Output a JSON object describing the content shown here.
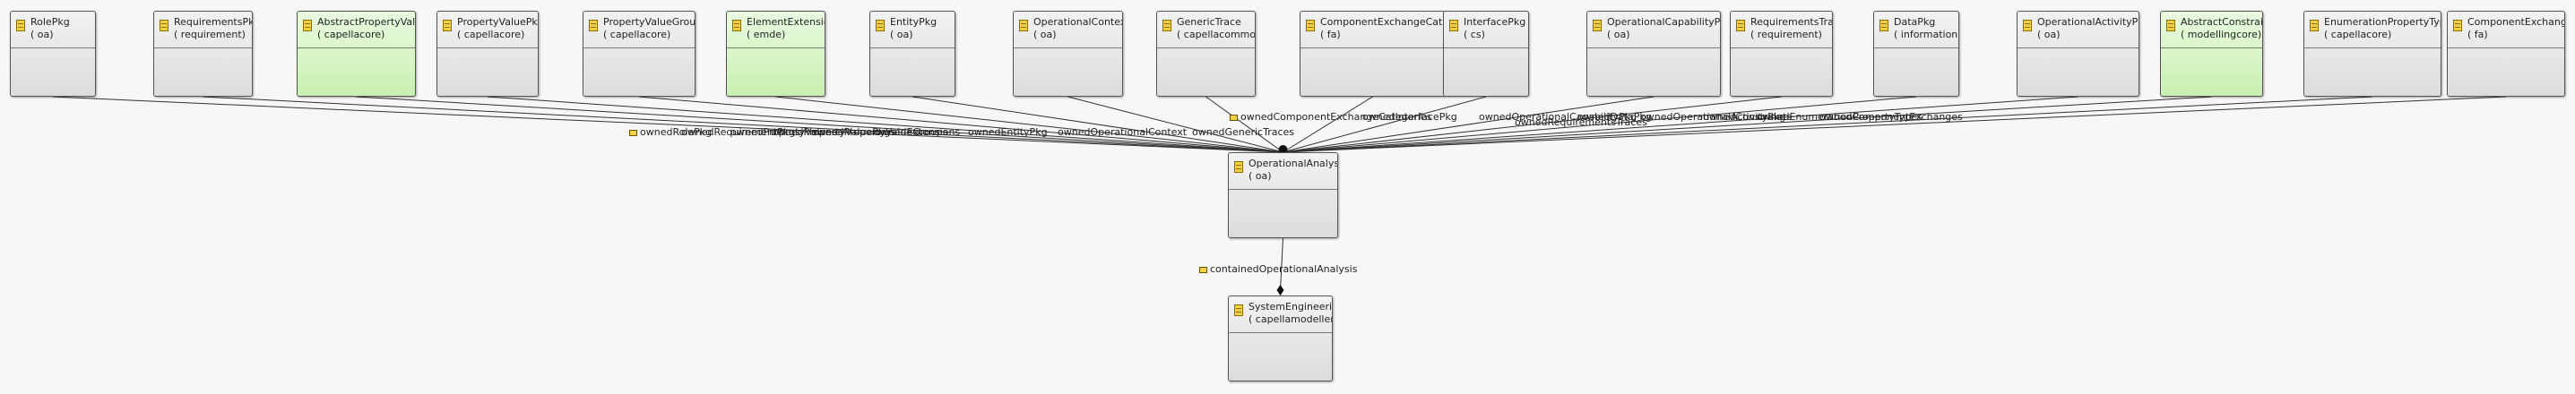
{
  "diagram": {
    "nodes": [
      {
        "id": "rolepkg",
        "name": "RolePkg",
        "pkg": "( oa)",
        "green": false
      },
      {
        "id": "requirementspkg",
        "name": "RequirementsPkg",
        "pkg": "( requirement)",
        "green": false
      },
      {
        "id": "abstractpropertyvalue",
        "name": "AbstractPropertyValue",
        "pkg": "( capellacore)",
        "green": true
      },
      {
        "id": "propertyvaluepkg",
        "name": "PropertyValuePkg",
        "pkg": "( capellacore)",
        "green": false
      },
      {
        "id": "propertyvaluegroup",
        "name": "PropertyValueGroup",
        "pkg": "( capellacore)",
        "green": false
      },
      {
        "id": "elementextension",
        "name": "ElementExtension",
        "pkg": "( emde)",
        "green": true
      },
      {
        "id": "entitypkg",
        "name": "EntityPkg",
        "pkg": "( oa)",
        "green": false
      },
      {
        "id": "operationalcontext",
        "name": "OperationalContext",
        "pkg": "( oa)",
        "green": false
      },
      {
        "id": "generictrace",
        "name": "GenericTrace",
        "pkg": "( capellacommon)",
        "green": false
      },
      {
        "id": "componentexchangecategory",
        "name": "ComponentExchangeCategory",
        "pkg": "( fa)",
        "green": false
      },
      {
        "id": "interfacepkg",
        "name": "InterfacePkg",
        "pkg": "( cs)",
        "green": false
      },
      {
        "id": "operationalcapabilitypkg",
        "name": "OperationalCapabilityPkg",
        "pkg": "( oa)",
        "green": false
      },
      {
        "id": "requirementstrace",
        "name": "RequirementsTrace",
        "pkg": "( requirement)",
        "green": false
      },
      {
        "id": "datapkg",
        "name": "DataPkg",
        "pkg": "( information)",
        "green": false
      },
      {
        "id": "operationalactivitypkg",
        "name": "OperationalActivityPkg",
        "pkg": "( oa)",
        "green": false
      },
      {
        "id": "abstractconstraint",
        "name": "AbstractConstraint",
        "pkg": "( modellingcore)",
        "green": true
      },
      {
        "id": "enumerationpropertytype",
        "name": "EnumerationPropertyType",
        "pkg": "( capellacore)",
        "green": false
      },
      {
        "id": "componentexchange",
        "name": "ComponentExchange",
        "pkg": "( fa)",
        "green": false
      },
      {
        "id": "operationalanalysis",
        "name": "OperationalAnalysis",
        "pkg": "( oa)",
        "green": false
      },
      {
        "id": "systemengineering",
        "name": "SystemEngineering",
        "pkg": "( capellamodeller)",
        "green": false
      }
    ],
    "labels": [
      {
        "id": "lbl-ownedrolepkg",
        "text": "ownedRolePkg"
      },
      {
        "id": "lbl-ownedrequirementpkgs",
        "text": "ownedRequirementPkgs"
      },
      {
        "id": "lbl-ownedpropertyvalues",
        "text": "ownedPropertyValues"
      },
      {
        "id": "lbl-ownedpropertyvaluepkgs",
        "text": "ownedPropertyValuePkgs"
      },
      {
        "id": "lbl-ownedpropertyvaluegroups",
        "text": "ownedPropertyValueGroups"
      },
      {
        "id": "lbl-ownedextensions",
        "text": "ownedExtensions"
      },
      {
        "id": "lbl-ownedentitypkg",
        "text": "ownedEntityPkg"
      },
      {
        "id": "lbl-ownedoperationalcontext",
        "text": "ownedOperationalContext"
      },
      {
        "id": "lbl-ownedgenerictraces",
        "text": "ownedGenericTraces"
      },
      {
        "id": "lbl-ownedcomponentexchangecategories",
        "text": "ownedComponentExchangeCategories"
      },
      {
        "id": "lbl-ownedinterfacepkg",
        "text": "ownedInterfacePkg"
      },
      {
        "id": "lbl-ownedoperationalcapabilitypkg",
        "text": "ownedOperationalCapabilityPkg"
      },
      {
        "id": "lbl-ownedrequirementstraces",
        "text": "ownedRequirementsTraces"
      },
      {
        "id": "lbl-owneddatapkg",
        "text": "ownedDataPkg"
      },
      {
        "id": "lbl-ownedoperationalactivitypkg",
        "text": "ownedOperationalActivityPkg"
      },
      {
        "id": "lbl-ownedconstraints",
        "text": "ownedConstraints"
      },
      {
        "id": "lbl-ownedenumerationpropertytypes",
        "text": "ownedEnumerationPropertyTypes"
      },
      {
        "id": "lbl-ownedcomponentexchanges",
        "text": "ownedComponentExchanges"
      },
      {
        "id": "lbl-containedoperationalanalysis",
        "text": "containedOperationalAnalysis"
      }
    ]
  }
}
